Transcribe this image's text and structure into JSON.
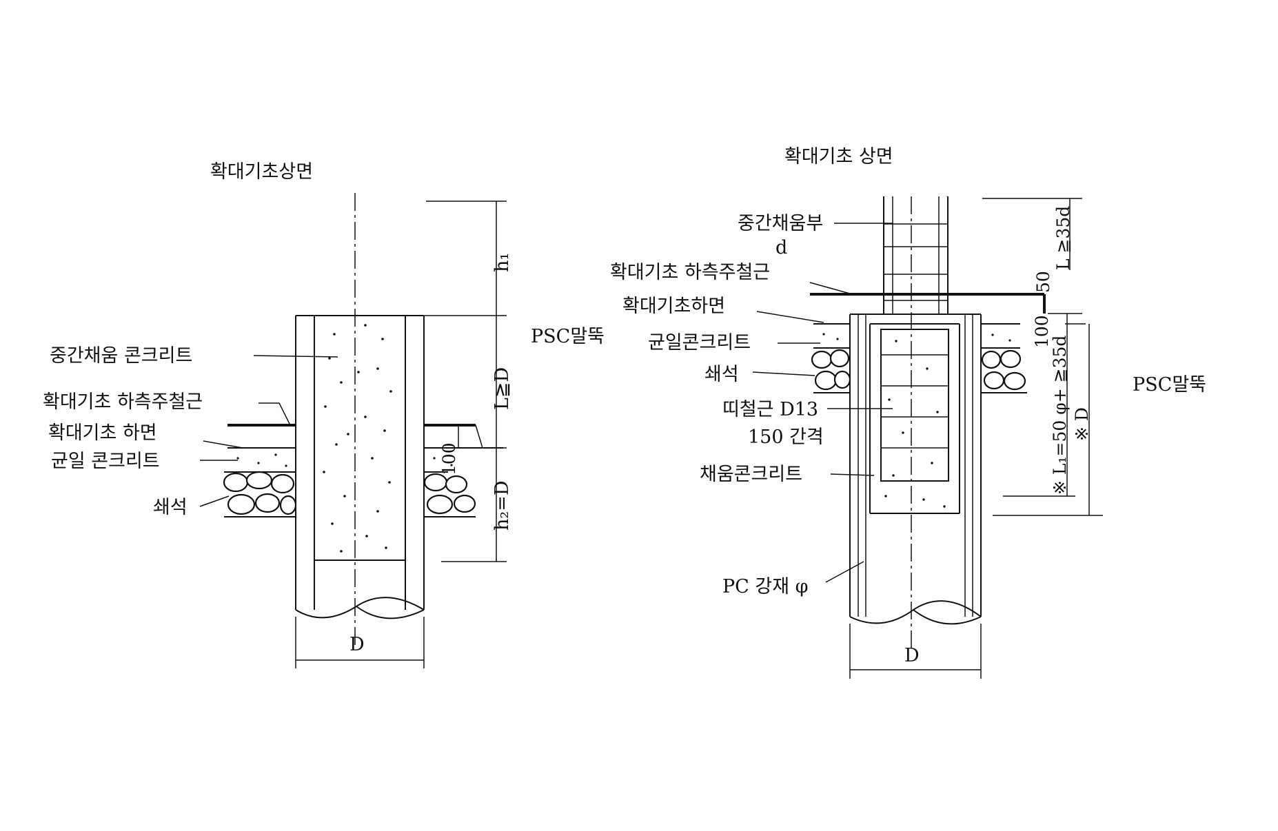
{
  "left_detail": {
    "title": "확대기초상면",
    "pile_label": "PSC말뚝",
    "labels": {
      "infill_concrete": "중간채움 콘크리트",
      "bottom_rebar": "확대기초  하측주철근",
      "footing_bottom": "확대기초 하면",
      "leveling_concrete": "균일 콘크리트",
      "gravel": "쇄석"
    },
    "dims": {
      "h1": "h₁",
      "L": "L≧D",
      "h2": "h₂=D",
      "d100": "100",
      "D": "D"
    }
  },
  "right_detail": {
    "title": "확대기초 상면",
    "pile_label": "PSC말뚝",
    "labels": {
      "infill_part": "중간채움부",
      "d": "d",
      "bottom_rebar": "확대기초  하측주철근",
      "footing_bottom": "확대기초하면",
      "leveling_concrete": "균일콘크리트",
      "gravel": "쇄석",
      "tie_bar": "띠철근 D13",
      "spacing": "150  간격",
      "fill_concrete": "채움콘크리트",
      "pc_steel": "PC 강재 φ"
    },
    "dims": {
      "L": "L ≧35d",
      "d50": "50",
      "d100": "100",
      "L1": "※ L₁=50 φ+ ≧35d",
      "D_note": "※ D",
      "D": "D"
    }
  }
}
